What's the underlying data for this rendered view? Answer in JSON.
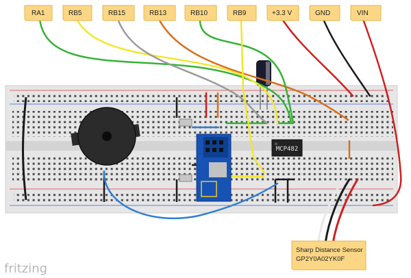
{
  "labels": {
    "ra1": "RA1",
    "rb5": "RB5",
    "rb15": "RB15",
    "rb13": "RB13",
    "rb10": "RB10",
    "rb9": "RB9",
    "v33": "+3.3 V",
    "gnd": "GND",
    "vin": "VIN"
  },
  "sensor_note": {
    "line1": "Sharp Distance Sensor",
    "line2": "GP2Y0A02YK0F"
  },
  "chip_label": "MCP482",
  "brand": "fritzing",
  "colors": {
    "note": "#fbd785",
    "green": "#36b236",
    "yellow": "#f2e62e",
    "gray": "#9a9a9a",
    "orange": "#d8701c",
    "red": "#cf1f1f",
    "black": "#1a1a1a",
    "blue": "#2f7fd0",
    "module": "#1753b4"
  }
}
